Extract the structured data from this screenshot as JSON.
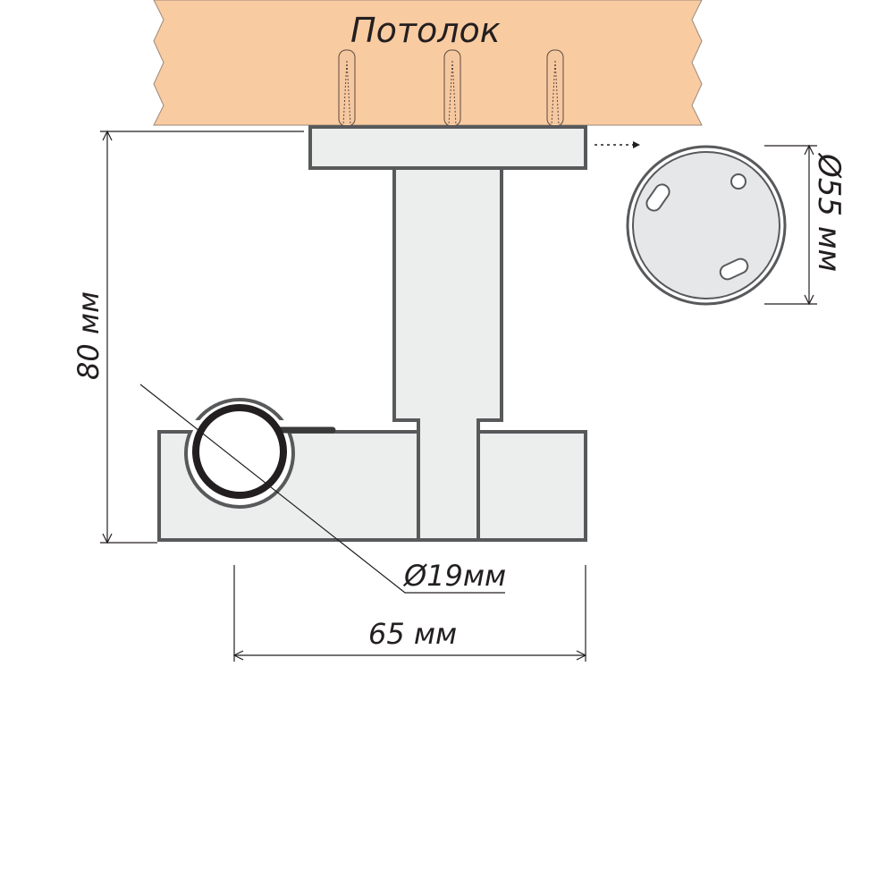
{
  "ceiling_label": "Потолок",
  "dimensions": {
    "height": "80 мм",
    "width": "65 мм",
    "rod_diameter": "Ø19мм",
    "plate_diameter": "Ø55 мм"
  },
  "colors": {
    "ceiling": "#f9cba1",
    "part_fill": "#eceeed",
    "part_stroke": "#58595b",
    "rod": "#231f20"
  }
}
